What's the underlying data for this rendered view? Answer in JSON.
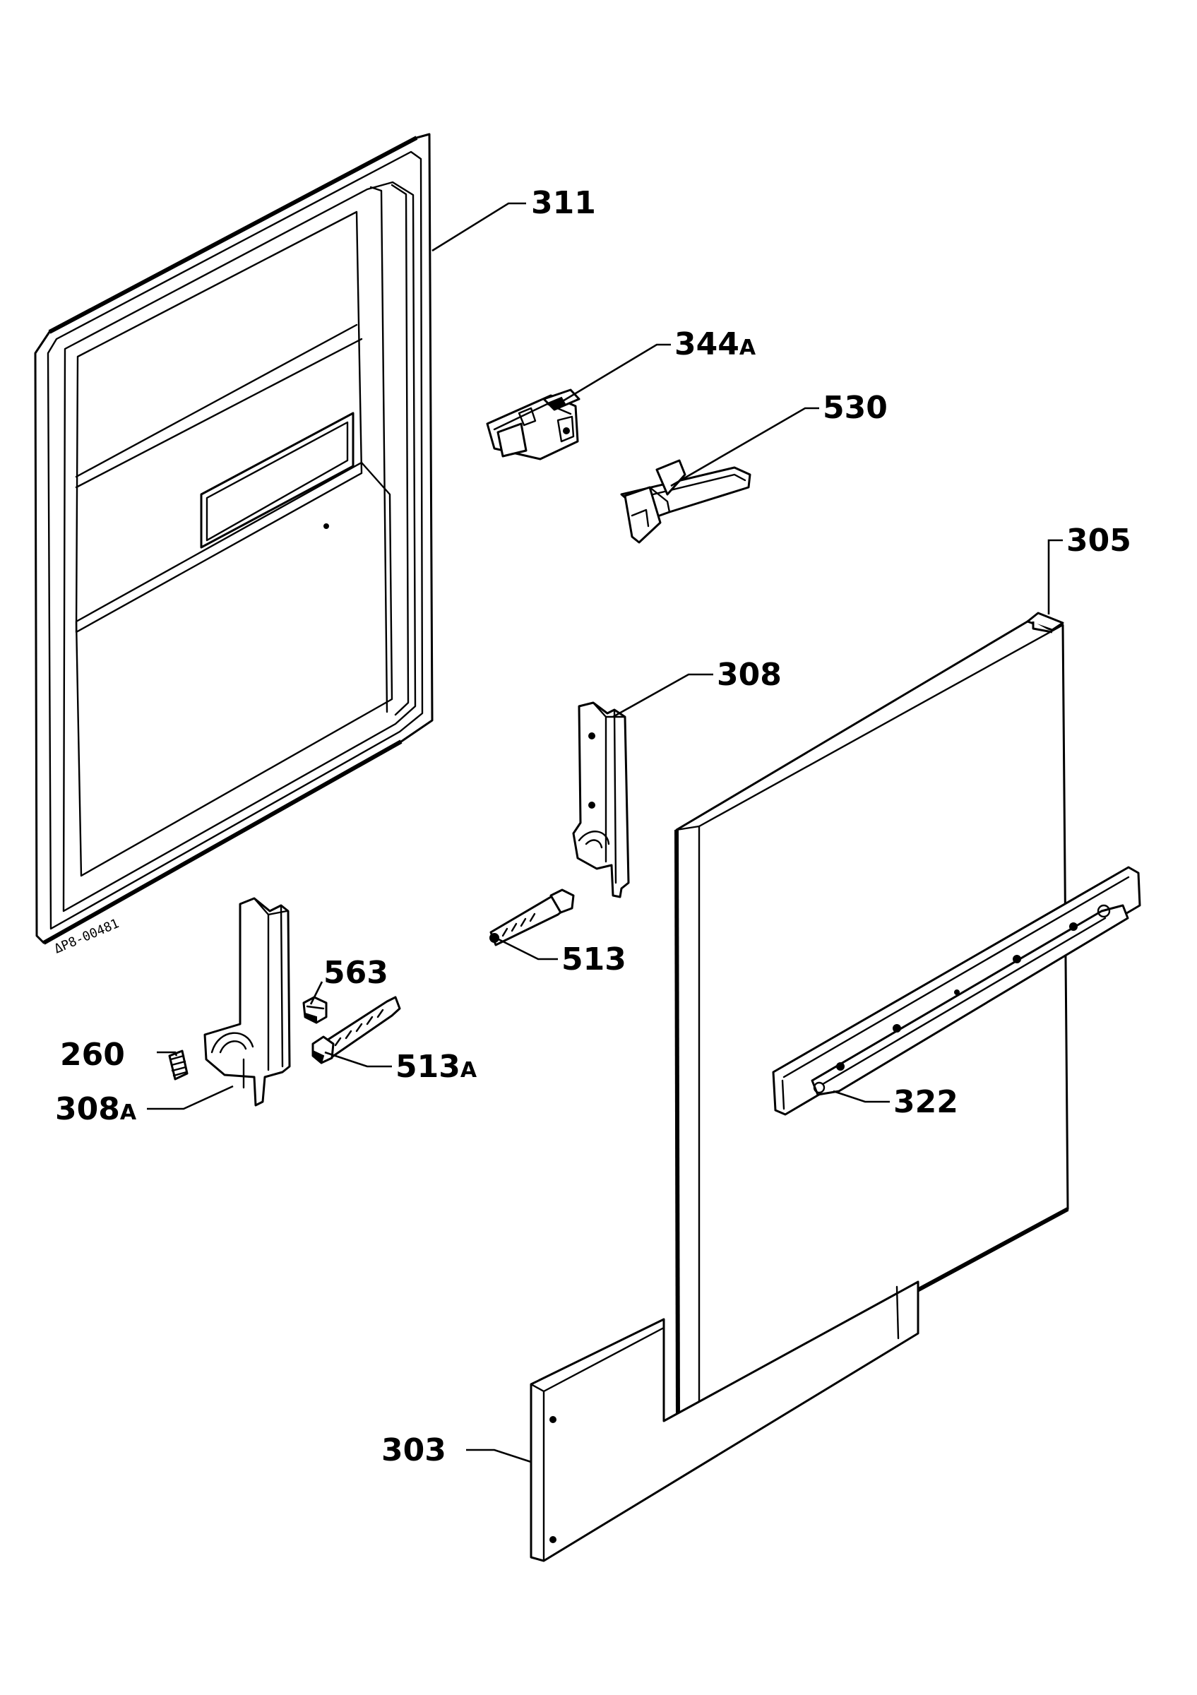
{
  "diagram": {
    "drawing_code": "ΔP8-00481",
    "callouts": {
      "c311": "311",
      "c344": "344",
      "c344_suffix": "A",
      "c530": "530",
      "c305": "305",
      "c308": "308",
      "c513": "513",
      "c563": "563",
      "c260": "260",
      "c513a": "513",
      "c513a_suffix": "A",
      "c308a": "308",
      "c308a_suffix": "A",
      "c322": "322",
      "c303": "303"
    }
  }
}
